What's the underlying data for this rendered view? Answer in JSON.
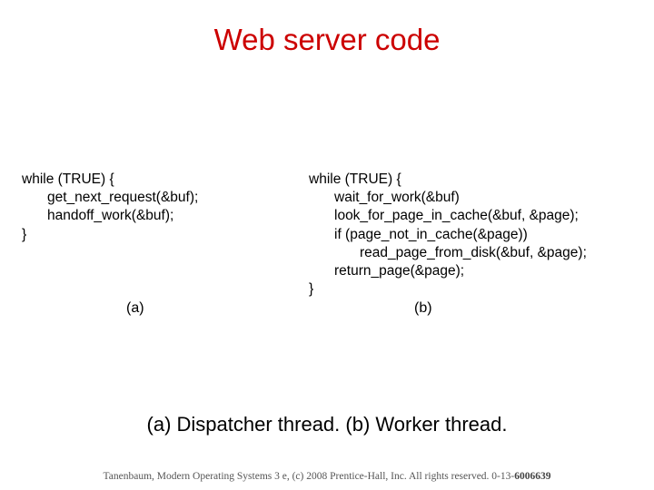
{
  "title": "Web server code",
  "code_a": {
    "label": "(a)",
    "lines": [
      "while (TRUE) {",
      "get_next_request(&buf);",
      "handoff_work(&buf);",
      "}"
    ]
  },
  "code_b": {
    "label": "(b)",
    "lines": [
      "while (TRUE) {",
      "wait_for_work(&buf)",
      "look_for_page_in_cache(&buf, &page);",
      "if (page_not_in_cache(&page))",
      "read_page_from_disk(&buf, &page);",
      "return_page(&page);",
      "}"
    ]
  },
  "caption": "(a) Dispatcher thread. (b) Worker thread.",
  "footer": {
    "text": "Tanenbaum, Modern Operating Systems 3 e, (c) 2008 Prentice-Hall, Inc. All rights reserved. 0-13-",
    "isbn_suffix": "6006639"
  },
  "colors": {
    "title": "#cc0000",
    "text": "#000000",
    "footer": "#555555"
  }
}
